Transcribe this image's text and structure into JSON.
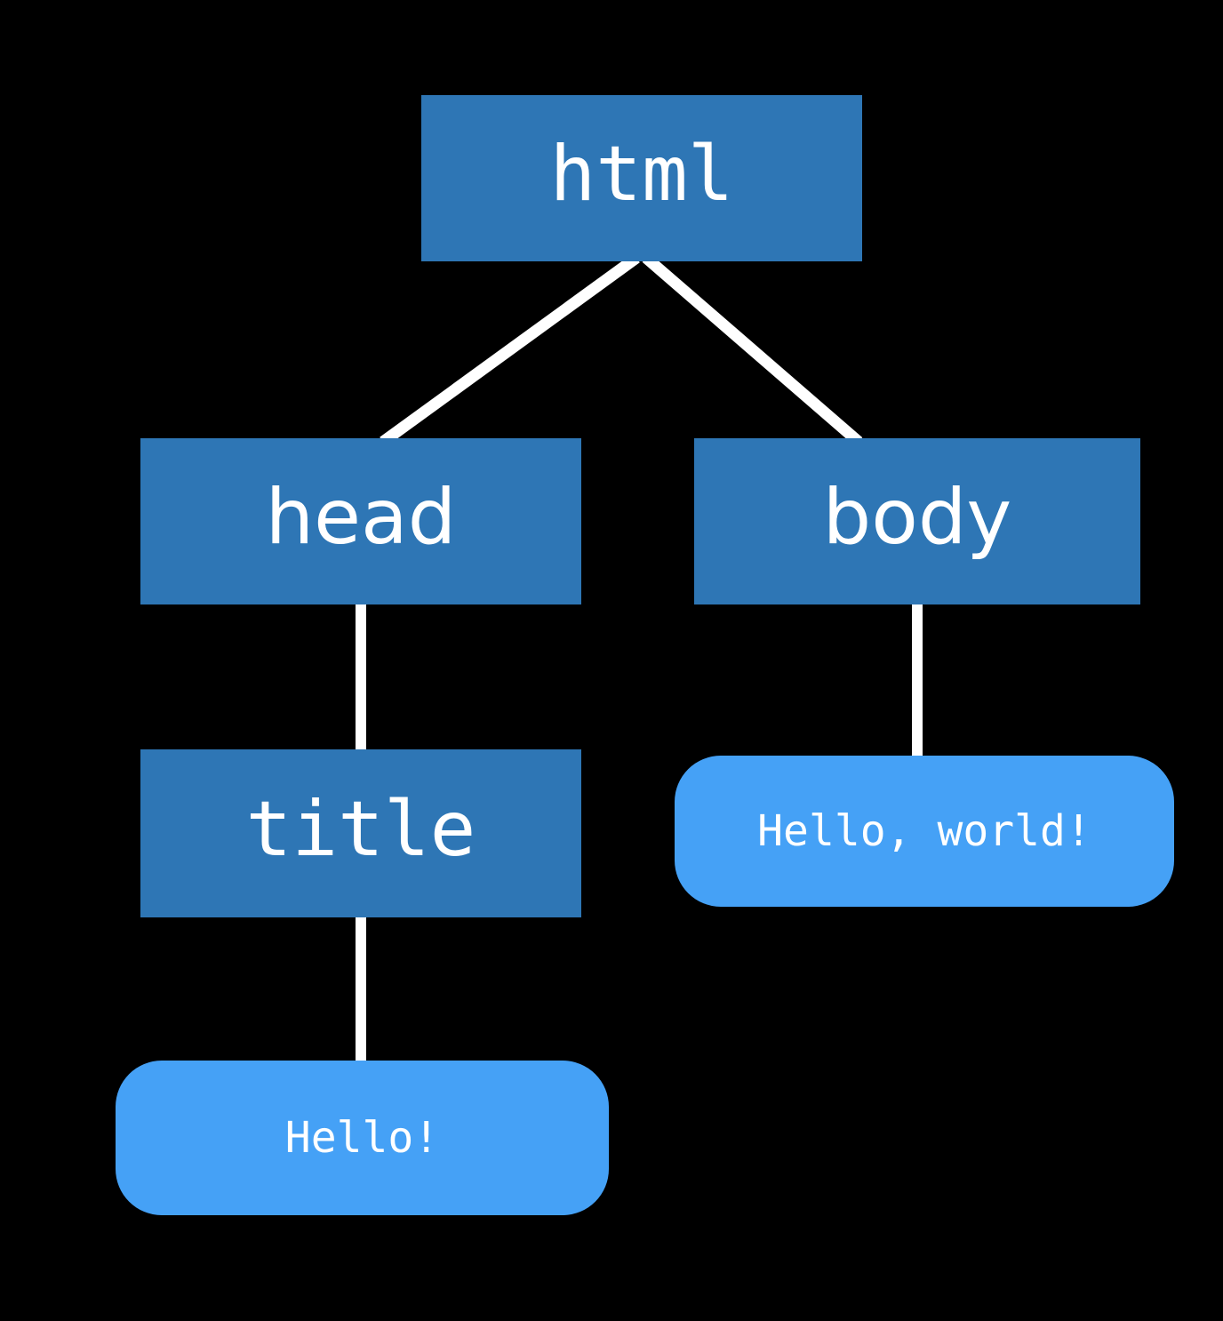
{
  "diagram_type": "dom-tree",
  "colors": {
    "background": "#000000",
    "element_node_fill": "#2E76B5",
    "text_node_fill": "#45A1F6",
    "node_text": "#ffffff",
    "connector": "#ffffff"
  },
  "nodes": {
    "html": {
      "label": "html",
      "kind": "element"
    },
    "head": {
      "label": "head",
      "kind": "element"
    },
    "body": {
      "label": "body",
      "kind": "element"
    },
    "title": {
      "label": "title",
      "kind": "element"
    },
    "hello": {
      "label": "Hello!",
      "kind": "text"
    },
    "hello_world": {
      "label": "Hello, world!",
      "kind": "text"
    }
  },
  "edges": [
    {
      "from": "html",
      "to": "head"
    },
    {
      "from": "html",
      "to": "body"
    },
    {
      "from": "head",
      "to": "title"
    },
    {
      "from": "title",
      "to": "hello"
    },
    {
      "from": "body",
      "to": "hello_world"
    }
  ]
}
